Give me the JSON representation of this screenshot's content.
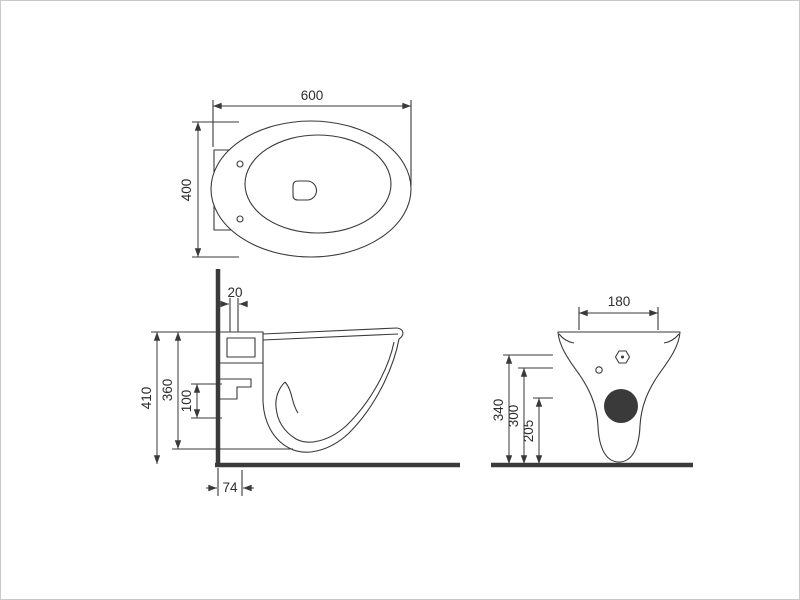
{
  "drawing": {
    "background": "#ffffff",
    "frame_color": "#c9c9c9",
    "line_color": "#3a3a3a",
    "views": {
      "top": {
        "dim_width": "600",
        "dim_depth": "400"
      },
      "side": {
        "dim_bracket": "20",
        "dim_total_height": "410",
        "dim_bowl_height": "360",
        "dim_trap_height": "100",
        "dim_wall_offset": "74"
      },
      "front": {
        "dim_width": "180",
        "dim_inlet_height": "340",
        "dim_hole_height": "300",
        "dim_outlet_height": "205"
      }
    }
  }
}
